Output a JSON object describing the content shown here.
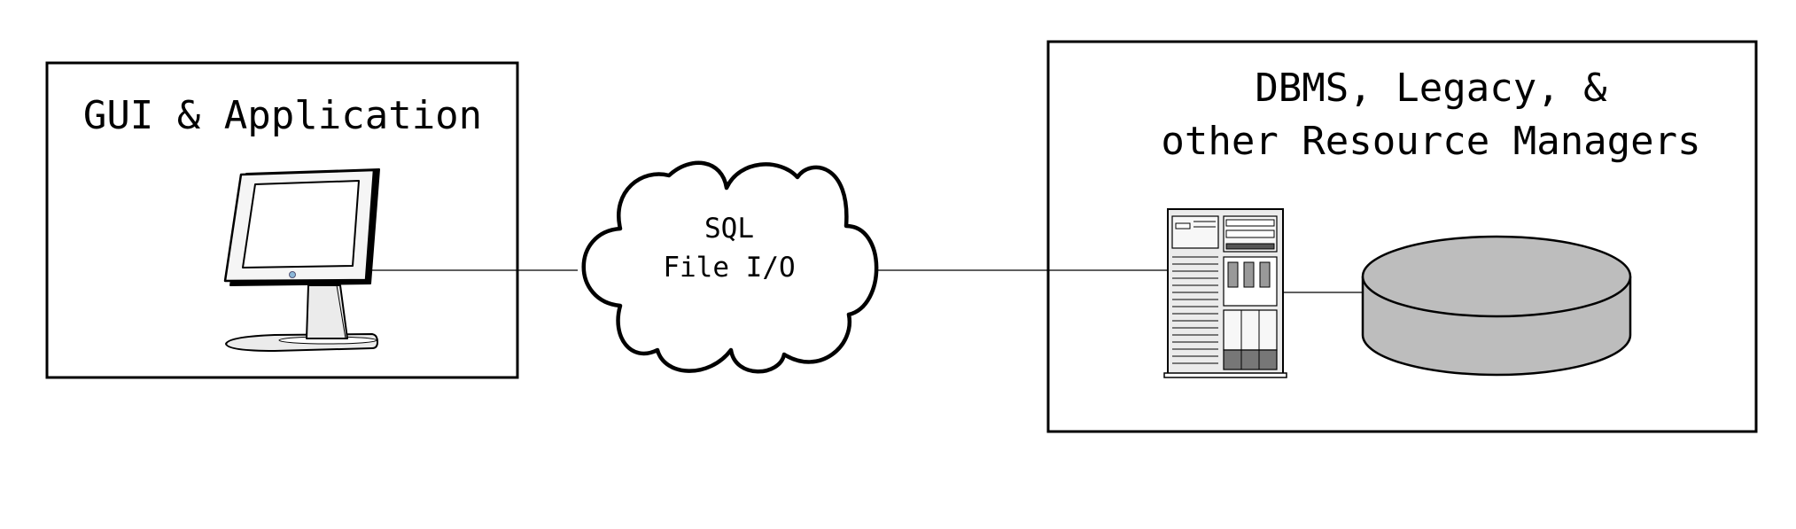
{
  "left_box": {
    "title": "GUI & Application"
  },
  "cloud": {
    "line1": "SQL",
    "line2": "File I/O"
  },
  "right_box": {
    "title_line1": "DBMS, Legacy, &",
    "title_line2": "other Resource Managers"
  },
  "colors": {
    "stroke": "#000000",
    "background": "#ffffff",
    "disk_fill": "#bdbdbd",
    "device_fill": "#ebebeb"
  },
  "icons": [
    "monitor-icon",
    "server-tower-icon",
    "database-disk-icon",
    "network-cloud-icon"
  ]
}
